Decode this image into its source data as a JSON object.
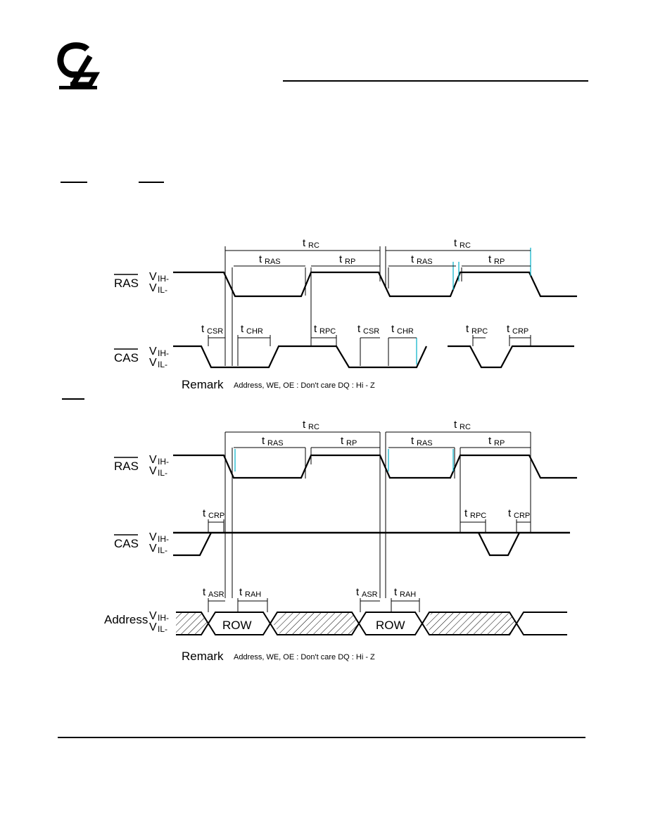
{
  "header": {
    "logo_icon": "cg-logo-icon"
  },
  "diagram1": {
    "signals": {
      "ras": "RAS",
      "cas": "CAS"
    },
    "levels": {
      "vih": "IH-",
      "vil": "IL-",
      "v": "V"
    },
    "timing_labels": {
      "t": "t",
      "rc": "RC",
      "ras": "RAS",
      "rp": "RP",
      "csr": "CSR",
      "chr": "CHR",
      "rpc": "RPC",
      "crp": "CRP"
    },
    "remark": {
      "label": "Remark",
      "text": "Address, WE, OE : Don't care   DQ : Hi - Z"
    }
  },
  "diagram2": {
    "signals": {
      "ras": "RAS",
      "cas": "CAS",
      "address": "Address"
    },
    "levels": {
      "vih": "IH-",
      "vil": "IL-",
      "v": "V"
    },
    "timing_labels": {
      "t": "t",
      "rc": "RC",
      "ras": "RAS",
      "rp": "RP",
      "crp": "CRP",
      "rpc": "RPC",
      "asr": "ASR",
      "rah": "RAH"
    },
    "row_label": "ROW",
    "remark": {
      "label": "Remark",
      "text": "Address, WE, OE : Don't care   DQ : Hi - Z"
    }
  },
  "colors": {
    "ink": "#000000",
    "accent": "#00b0c8"
  }
}
